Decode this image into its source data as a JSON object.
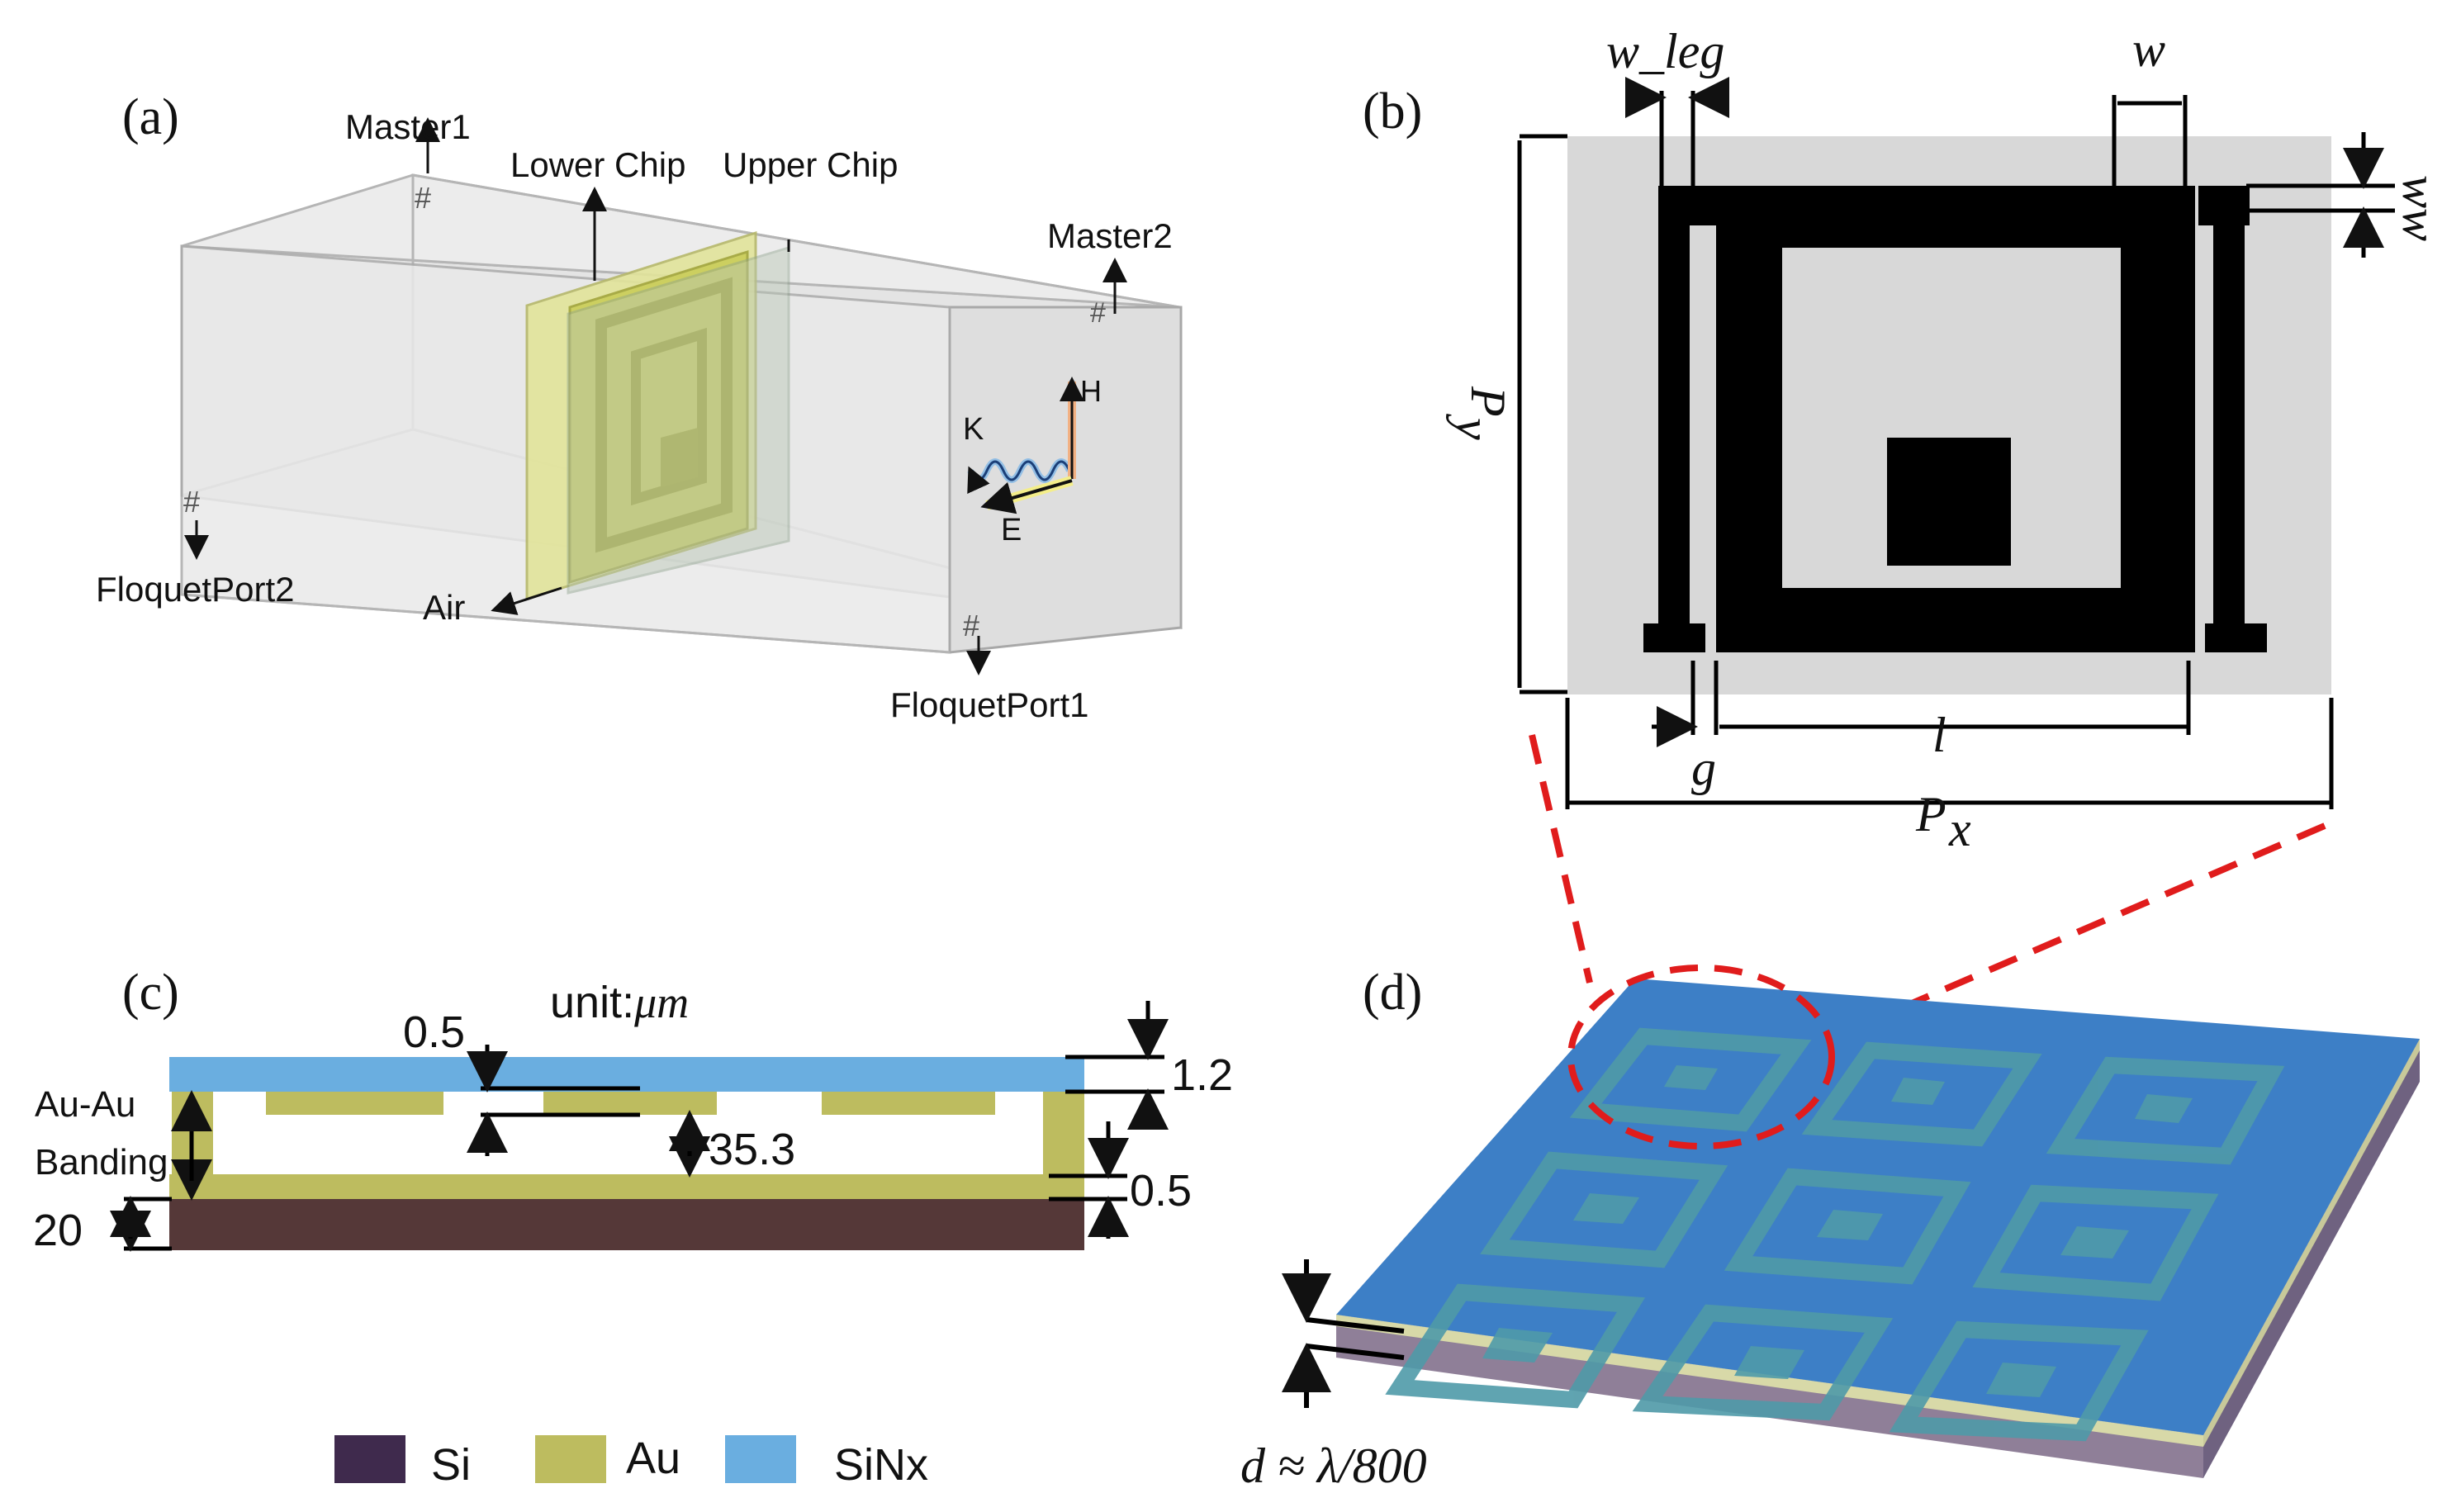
{
  "panels": {
    "a": {
      "label": "(a)",
      "master1": "Master1",
      "master2": "Master2",
      "lower_chip": "Lower Chip",
      "upper_chip": "Upper Chip",
      "floquet_port1": "FloquetPort1",
      "floquet_port2": "FloquetPort2",
      "air": "Air",
      "k": "K",
      "h": "H",
      "e": "E"
    },
    "b": {
      "label": "(b)",
      "w_leg": "w_leg",
      "w": "w",
      "ww": "ww",
      "py_main": "P",
      "py_sub": "y",
      "g": "g",
      "l": "l",
      "px_main": "P",
      "px_sub": "x"
    },
    "c": {
      "label": "(c)",
      "unit_prefix": "unit:",
      "unit_value": "μm",
      "dim_top_gap": "0.5",
      "dim_sinx": "1.2",
      "dim_cavity": "35.3",
      "dim_au": "0.5",
      "dim_si": "20",
      "bonding_line1": "Au-Au",
      "bonding_line2": "Banding"
    },
    "d": {
      "label": "(d)",
      "thickness": "d ≈ λ/800"
    }
  },
  "legend": [
    {
      "name": "Si",
      "color": "#3f2a4d"
    },
    {
      "name": "Au",
      "color": "#bdbc5f"
    },
    {
      "name": "SiNx",
      "color": "#6aaee0"
    }
  ],
  "colors": {
    "si": "#553838",
    "au": "#bdbc5f",
    "sinx": "#6aaee0",
    "chip_yellow": "#d6d86c",
    "box_gray": "#dcdcdc",
    "cell_gray": "#d6d6d6",
    "resonator": "#000000",
    "zoom_red": "#e01c1c",
    "slab_top": "#3d7fc6",
    "slab_pattern": "#4f9aa8"
  }
}
